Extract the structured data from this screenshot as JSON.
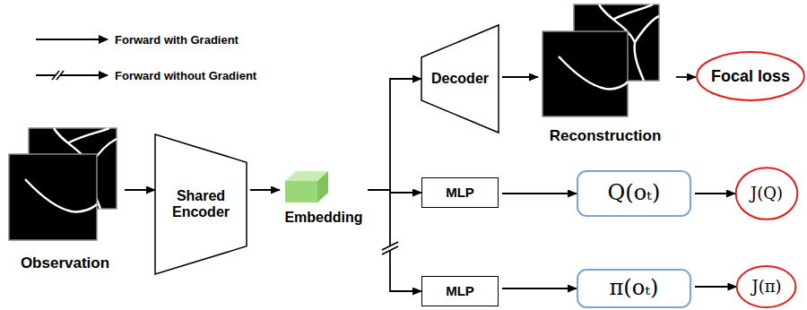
{
  "diagram": {
    "nodes": [
      {
        "text": [
          "Observation"
        ]
      },
      {
        "text": [
          "Shared Encoder"
        ]
      },
      {
        "text": [
          "Embedding"
        ]
      },
      {
        "text": [
          "Decoder"
        ]
      },
      {
        "text": [
          "Reconstruction"
        ]
      },
      {
        "text": [
          "Focal loss"
        ]
      },
      {
        "text": [
          "MLP"
        ]
      },
      {
        "text": [
          "Q(oₜ)"
        ]
      },
      {
        "text": [
          "J(Q)"
        ]
      },
      {
        "text": [
          "MLP"
        ]
      },
      {
        "text": [
          "π(oₜ)"
        ]
      },
      {
        "text": [
          "J(π)"
        ]
      }
    ],
    "edges": [
      {
        "from": 0,
        "to": 1,
        "arrow": "to"
      },
      {
        "from": 1,
        "to": 2,
        "arrow": "to"
      },
      {
        "from": 2,
        "to": 3,
        "arrow": "to"
      },
      {
        "from": 3,
        "to": 4,
        "arrow": "to"
      },
      {
        "from": 4,
        "to": 5,
        "arrow": "to"
      },
      {
        "from": 2,
        "to": 6,
        "arrow": "to"
      },
      {
        "from": 6,
        "to": 7,
        "arrow": "to"
      },
      {
        "from": 7,
        "to": 8,
        "arrow": "to"
      },
      {
        "from": 2,
        "to": 9,
        "arrow": "to"
      },
      {
        "from": 9,
        "to": 10,
        "arrow": "to"
      },
      {
        "from": 10,
        "to": 11,
        "arrow": "to"
      }
    ],
    "legend": [
      {
        "text": "Forward with Gradient"
      },
      {
        "text": "Forward without Gradient"
      }
    ]
  }
}
